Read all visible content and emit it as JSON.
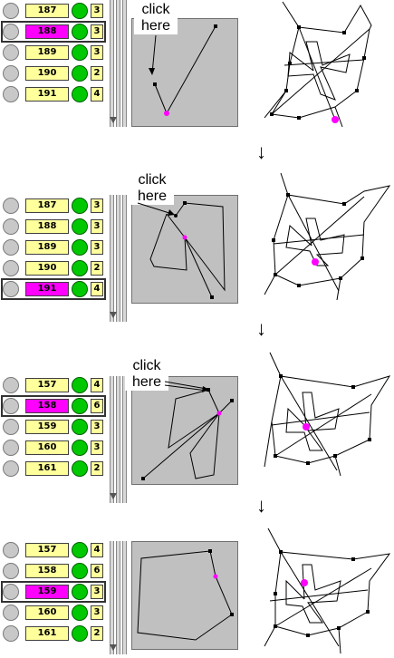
{
  "annotation_text": "click here",
  "arrow_glyph": "↓",
  "colors": {
    "highlight": "#ff00ff",
    "field": "#ffff9c",
    "indicator": "#00c800",
    "canvas": "#c0c0c0"
  },
  "panels": [
    {
      "rows": [
        {
          "number": "187",
          "count": "3",
          "selected": false,
          "highlighted": false
        },
        {
          "number": "188",
          "count": "3",
          "selected": true,
          "highlighted": true
        },
        {
          "number": "189",
          "count": "3",
          "selected": false,
          "highlighted": false
        },
        {
          "number": "190",
          "count": "2",
          "selected": false,
          "highlighted": false
        },
        {
          "number": "191",
          "count": "4",
          "selected": false,
          "highlighted": false
        }
      ]
    },
    {
      "rows": [
        {
          "number": "187",
          "count": "3",
          "selected": false,
          "highlighted": false
        },
        {
          "number": "188",
          "count": "3",
          "selected": false,
          "highlighted": false
        },
        {
          "number": "189",
          "count": "3",
          "selected": false,
          "highlighted": false
        },
        {
          "number": "190",
          "count": "2",
          "selected": false,
          "highlighted": false
        },
        {
          "number": "191",
          "count": "4",
          "selected": true,
          "highlighted": true
        }
      ]
    },
    {
      "rows": [
        {
          "number": "157",
          "count": "4",
          "selected": false,
          "highlighted": false
        },
        {
          "number": "158",
          "count": "6",
          "selected": true,
          "highlighted": true
        },
        {
          "number": "159",
          "count": "3",
          "selected": false,
          "highlighted": false
        },
        {
          "number": "160",
          "count": "3",
          "selected": false,
          "highlighted": false
        },
        {
          "number": "161",
          "count": "2",
          "selected": false,
          "highlighted": false
        }
      ]
    },
    {
      "rows": [
        {
          "number": "157",
          "count": "4",
          "selected": false,
          "highlighted": false
        },
        {
          "number": "158",
          "count": "6",
          "selected": false,
          "highlighted": false
        },
        {
          "number": "159",
          "count": "3",
          "selected": true,
          "highlighted": true
        },
        {
          "number": "160",
          "count": "3",
          "selected": false,
          "highlighted": false
        },
        {
          "number": "161",
          "count": "2",
          "selected": false,
          "highlighted": false
        }
      ]
    }
  ]
}
